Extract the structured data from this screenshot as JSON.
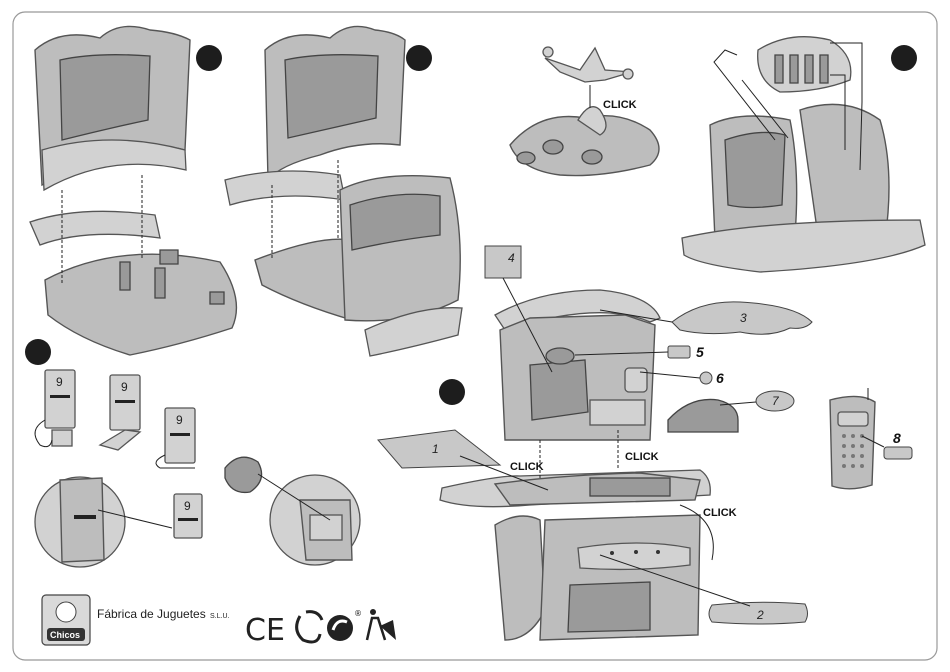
{
  "labels": {
    "click": "CLICK",
    "sticker_numbers": [
      "1",
      "2",
      "3",
      "4",
      "5",
      "6",
      "7",
      "8"
    ],
    "card_number": "9",
    "brand_text": "Fábrica de Juguetes",
    "brand_suffix": "S.L.U.",
    "logo_text": "Chicos",
    "ce_mark": "CE"
  },
  "colors": {
    "plastic": "#bdbdbd",
    "plastic_light": "#d2d2d2",
    "plastic_dark": "#9a9a9a",
    "outline": "#555555",
    "step_marker": "#1d1d1d",
    "frame": "#999999"
  },
  "icons": [
    "step-marker-icon",
    "ce-mark-icon",
    "recycle-icon",
    "registered-icon",
    "disposal-icon"
  ]
}
